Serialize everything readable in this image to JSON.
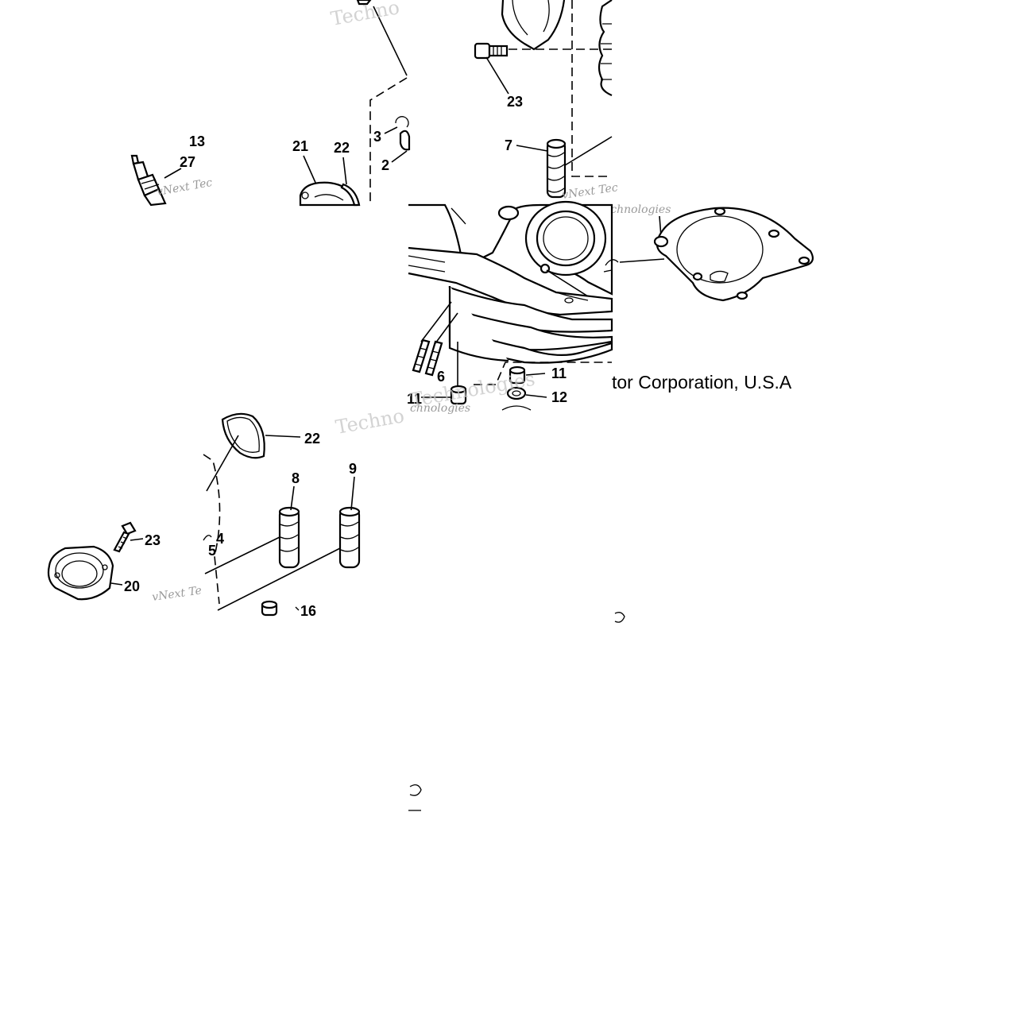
{
  "diagram": {
    "callouts": {
      "c23_top": "23",
      "c7": "7",
      "c3": "3",
      "c2": "2",
      "c13": "13",
      "c27": "27",
      "c21": "21",
      "c22_top": "22",
      "c6": "6",
      "c11_right": "11",
      "c12": "12",
      "c11_left": "11",
      "c22_mid": "22",
      "c8": "8",
      "c9": "9",
      "c23_bot": "23",
      "c4": "4",
      "c5": "5",
      "c20": "20",
      "c16": "16"
    },
    "copyright": "tor Corporation, U.S.A",
    "watermarks": {
      "techno_top": "Techno",
      "vnext_left": "vNext Tec",
      "vnext_right": "vNext Tec",
      "technologies_right": "echnologies",
      "technologies_mid": "chnologies",
      "techno_mid": "Techno",
      "vnext_bottom_left": "vNext Te",
      "technologies_center": "Technologies"
    },
    "colors": {
      "ink": "#000000",
      "watermark": "#c4c4c4",
      "paper": "#ffffff"
    }
  }
}
